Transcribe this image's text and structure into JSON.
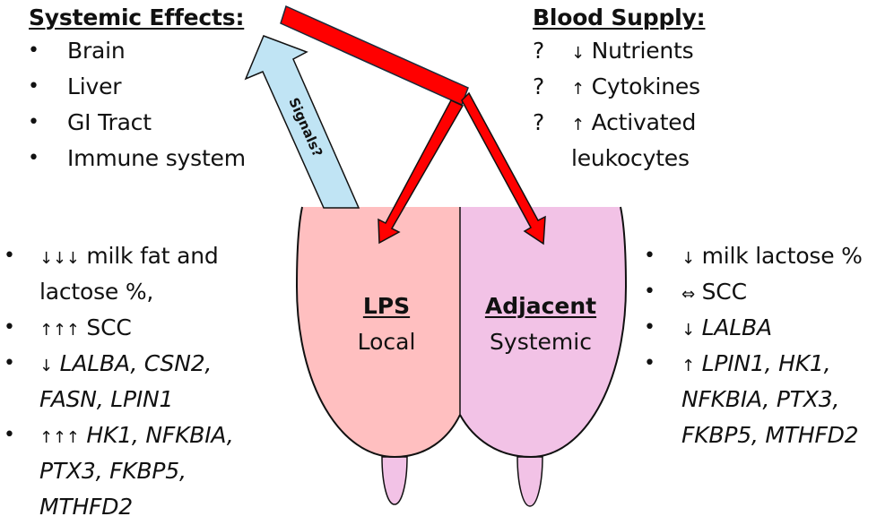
{
  "colors": {
    "lps_quarter": "#FFBFC0",
    "adjacent_quarter": "#F2C2E6",
    "teat": "#F2C2E6",
    "red_arrow": "#FF0000",
    "signal_arrow": "#C0E4F4",
    "outline": "#111111"
  },
  "systemic_effects": {
    "heading": "Systemic Effects:",
    "items": [
      "Brain",
      "Liver",
      "GI Tract",
      "Immune system"
    ]
  },
  "blood_supply": {
    "heading": "Blood Supply:",
    "items": [
      {
        "marker": "?",
        "arrow": "↓",
        "text": "Nutrients"
      },
      {
        "marker": "?",
        "arrow": "↑",
        "text": "Cytokines"
      },
      {
        "marker": "?",
        "arrow": "↑",
        "text": "Activated",
        "continuation": "leukocytes"
      }
    ]
  },
  "signal_arrow": {
    "label": "Signals?"
  },
  "udder": {
    "lps": {
      "title": "LPS",
      "subtitle": "Local"
    },
    "adjacent": {
      "title": "Adjacent",
      "subtitle": "Systemic"
    }
  },
  "lps_effects": [
    {
      "arrow": "↓↓↓",
      "lines": [
        {
          "text": " milk fat and",
          "italic": false
        }
      ],
      "cont": [
        {
          "text": "lactose %,",
          "italic": false
        }
      ]
    },
    {
      "arrow": "↑↑↑",
      "lines": [
        {
          "text": " SCC",
          "italic": false
        }
      ],
      "cont": []
    },
    {
      "arrow": "↓",
      "lines": [
        {
          "text": " LALBA, CSN2,",
          "italic": true
        }
      ],
      "cont": [
        {
          "text": "FASN, LPIN1",
          "italic": true
        }
      ]
    },
    {
      "arrow": "↑↑↑",
      "lines": [
        {
          "text": " HK1, NFKBIA,",
          "italic": true
        }
      ],
      "cont": [
        {
          "text": "PTX3, FKBP5,",
          "italic": true
        },
        {
          "text": "MTHFD2",
          "italic": true
        }
      ]
    }
  ],
  "adjacent_effects": [
    {
      "arrow": "↓",
      "lines": [
        {
          "text": " milk lactose %",
          "italic": false
        }
      ],
      "cont": []
    },
    {
      "arrow": "⇔",
      "lines": [
        {
          "text": " SCC",
          "italic": false
        }
      ],
      "cont": []
    },
    {
      "arrow": "↓",
      "lines": [
        {
          "text": " LALBA",
          "italic": true
        }
      ],
      "cont": []
    },
    {
      "arrow": "↑",
      "lines": [
        {
          "text": " LPIN1, HK1,",
          "italic": true
        }
      ],
      "cont": [
        {
          "text": "NFKBIA, PTX3,",
          "italic": true
        },
        {
          "text": "FKBP5, MTHFD2",
          "italic": true
        }
      ]
    }
  ]
}
